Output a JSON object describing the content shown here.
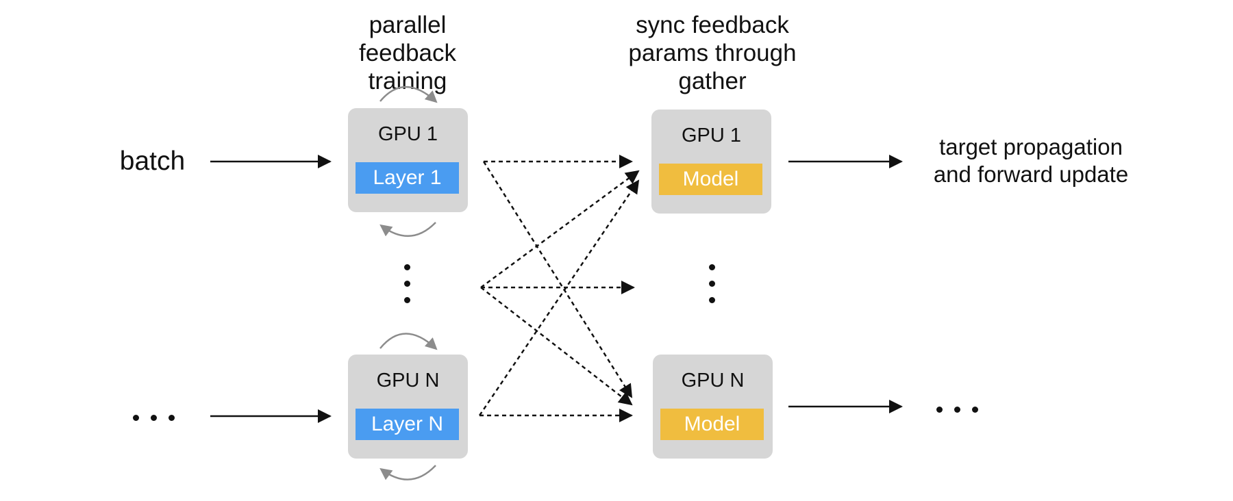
{
  "labels": {
    "parallel_training": "parallel feedback training",
    "sync_params": "sync feedback params through gather",
    "batch": "batch",
    "output": "target propagation and forward update"
  },
  "left_gpus": [
    {
      "title": "GPU 1",
      "chip": "Layer 1"
    },
    {
      "title": "GPU N",
      "chip": "Layer N"
    }
  ],
  "right_gpus": [
    {
      "title": "GPU 1",
      "chip": "Model"
    },
    {
      "title": "GPU N",
      "chip": "Model"
    }
  ],
  "colors": {
    "box": "#d6d6d6",
    "layer_chip": "#4a9cf1",
    "model_chip": "#f0bd3f",
    "loop_arrow": "#8c8c8c",
    "arrow": "#111111"
  }
}
